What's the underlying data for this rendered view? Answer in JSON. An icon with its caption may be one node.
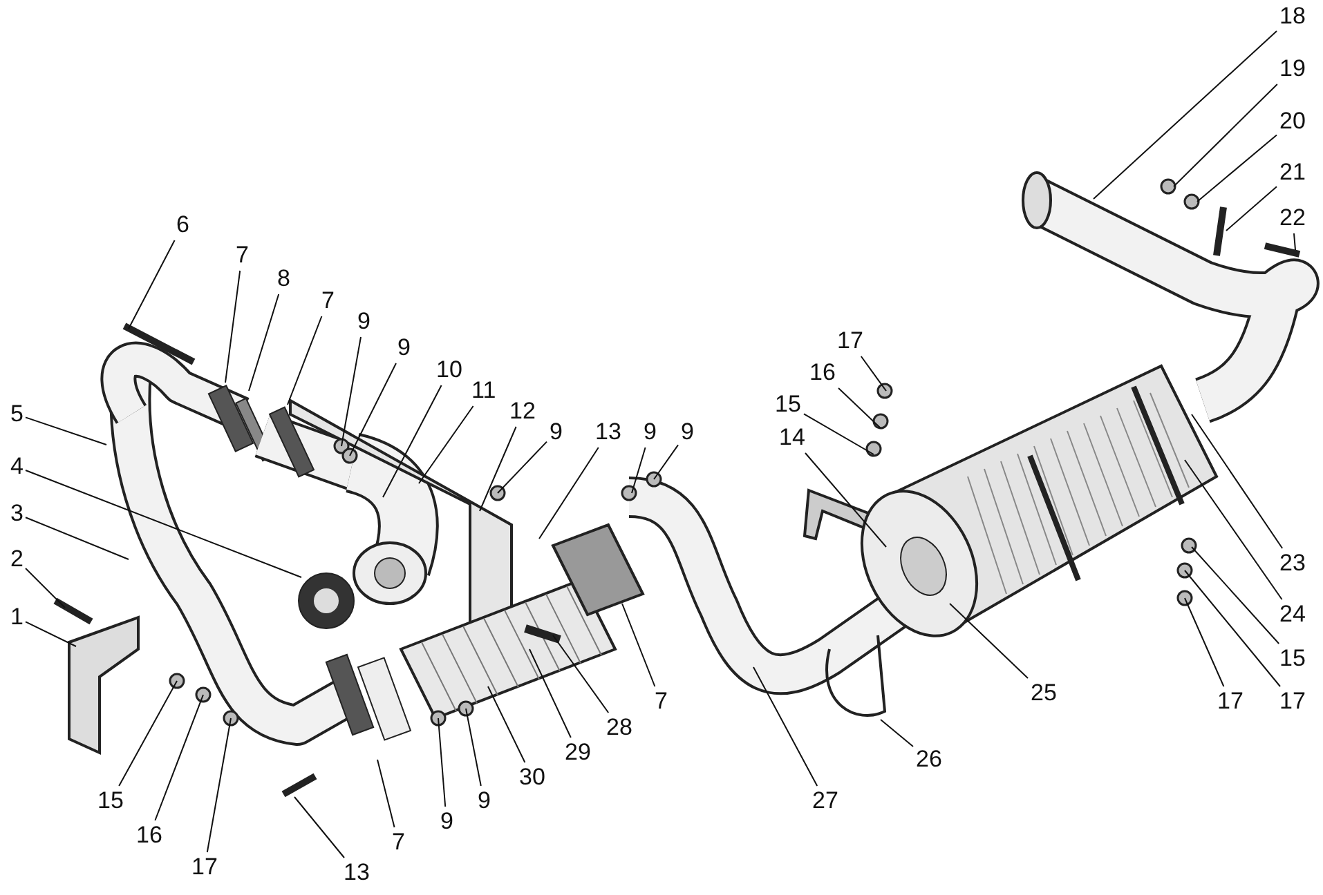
{
  "diagram": {
    "nodes": [
      {
        "text": [
          "1"
        ]
      },
      {
        "text": [
          "2"
        ]
      },
      {
        "text": [
          "3"
        ]
      },
      {
        "text": [
          "4"
        ]
      },
      {
        "text": [
          "5"
        ]
      },
      {
        "text": [
          "6"
        ]
      },
      {
        "text": [
          "7"
        ]
      },
      {
        "text": [
          "8"
        ]
      },
      {
        "text": [
          "7"
        ]
      },
      {
        "text": [
          "9"
        ]
      },
      {
        "text": [
          "9"
        ]
      },
      {
        "text": [
          "10"
        ]
      },
      {
        "text": [
          "11"
        ]
      },
      {
        "text": [
          "12"
        ]
      },
      {
        "text": [
          "9"
        ]
      },
      {
        "text": [
          "13"
        ]
      },
      {
        "text": [
          "9"
        ]
      },
      {
        "text": [
          "9"
        ]
      },
      {
        "text": [
          "14"
        ]
      },
      {
        "text": [
          "17"
        ]
      },
      {
        "text": [
          "16"
        ]
      },
      {
        "text": [
          "15"
        ]
      },
      {
        "text": [
          "18"
        ]
      },
      {
        "text": [
          "19"
        ]
      },
      {
        "text": [
          "20"
        ]
      },
      {
        "text": [
          "21"
        ]
      },
      {
        "text": [
          "22"
        ]
      },
      {
        "text": [
          "23"
        ]
      },
      {
        "text": [
          "24"
        ]
      },
      {
        "text": [
          "15"
        ]
      },
      {
        "text": [
          "17"
        ]
      },
      {
        "text": [
          "17"
        ]
      },
      {
        "text": [
          "25"
        ]
      },
      {
        "text": [
          "26"
        ]
      },
      {
        "text": [
          "27"
        ]
      },
      {
        "text": [
          "7"
        ]
      },
      {
        "text": [
          "28"
        ]
      },
      {
        "text": [
          "29"
        ]
      },
      {
        "text": [
          "30"
        ]
      },
      {
        "text": [
          "9"
        ]
      },
      {
        "text": [
          "9"
        ]
      },
      {
        "text": [
          "7"
        ]
      },
      {
        "text": [
          "13"
        ]
      },
      {
        "text": [
          "17"
        ]
      },
      {
        "text": [
          "16"
        ]
      },
      {
        "text": [
          "15"
        ]
      }
    ],
    "edges": [
      {
        "from": 0,
        "to": null,
        "arrow": "none"
      },
      {
        "from": 1,
        "to": null,
        "arrow": "none"
      },
      {
        "from": 2,
        "to": null,
        "arrow": "none"
      },
      {
        "from": 3,
        "to": null,
        "arrow": "none"
      },
      {
        "from": 4,
        "to": null,
        "arrow": "none"
      },
      {
        "from": 5,
        "to": null,
        "arrow": "none"
      },
      {
        "from": 6,
        "to": null,
        "arrow": "none"
      },
      {
        "from": 7,
        "to": null,
        "arrow": "none"
      },
      {
        "from": 8,
        "to": null,
        "arrow": "none"
      },
      {
        "from": 9,
        "to": null,
        "arrow": "none"
      },
      {
        "from": 10,
        "to": null,
        "arrow": "none"
      },
      {
        "from": 11,
        "to": null,
        "arrow": "none"
      },
      {
        "from": 12,
        "to": null,
        "arrow": "none"
      },
      {
        "from": 13,
        "to": null,
        "arrow": "none"
      },
      {
        "from": 14,
        "to": null,
        "arrow": "none"
      },
      {
        "from": 15,
        "to": null,
        "arrow": "none"
      },
      {
        "from": 16,
        "to": null,
        "arrow": "none"
      },
      {
        "from": 17,
        "to": null,
        "arrow": "none"
      },
      {
        "from": 18,
        "to": null,
        "arrow": "none"
      },
      {
        "from": 19,
        "to": null,
        "arrow": "none"
      },
      {
        "from": 20,
        "to": null,
        "arrow": "none"
      },
      {
        "from": 21,
        "to": null,
        "arrow": "none"
      },
      {
        "from": 22,
        "to": null,
        "arrow": "none"
      },
      {
        "from": 23,
        "to": null,
        "arrow": "none"
      },
      {
        "from": 24,
        "to": null,
        "arrow": "none"
      },
      {
        "from": 25,
        "to": null,
        "arrow": "none"
      },
      {
        "from": 26,
        "to": null,
        "arrow": "none"
      },
      {
        "from": 27,
        "to": null,
        "arrow": "none"
      },
      {
        "from": 28,
        "to": null,
        "arrow": "none"
      },
      {
        "from": 29,
        "to": null,
        "arrow": "none"
      },
      {
        "from": 30,
        "to": null,
        "arrow": "none"
      },
      {
        "from": 31,
        "to": null,
        "arrow": "none"
      },
      {
        "from": 32,
        "to": null,
        "arrow": "none"
      },
      {
        "from": 33,
        "to": null,
        "arrow": "none"
      },
      {
        "from": 34,
        "to": null,
        "arrow": "none"
      },
      {
        "from": 35,
        "to": null,
        "arrow": "none"
      },
      {
        "from": 36,
        "to": null,
        "arrow": "none"
      },
      {
        "from": 37,
        "to": null,
        "arrow": "none"
      },
      {
        "from": 38,
        "to": null,
        "arrow": "none"
      },
      {
        "from": 39,
        "to": null,
        "arrow": "none"
      },
      {
        "from": 40,
        "to": null,
        "arrow": "none"
      },
      {
        "from": 41,
        "to": null,
        "arrow": "none"
      },
      {
        "from": 42,
        "to": null,
        "arrow": "none"
      },
      {
        "from": 43,
        "to": null,
        "arrow": "none"
      },
      {
        "from": 44,
        "to": null,
        "arrow": "none"
      },
      {
        "from": 45,
        "to": null,
        "arrow": "none"
      }
    ]
  }
}
